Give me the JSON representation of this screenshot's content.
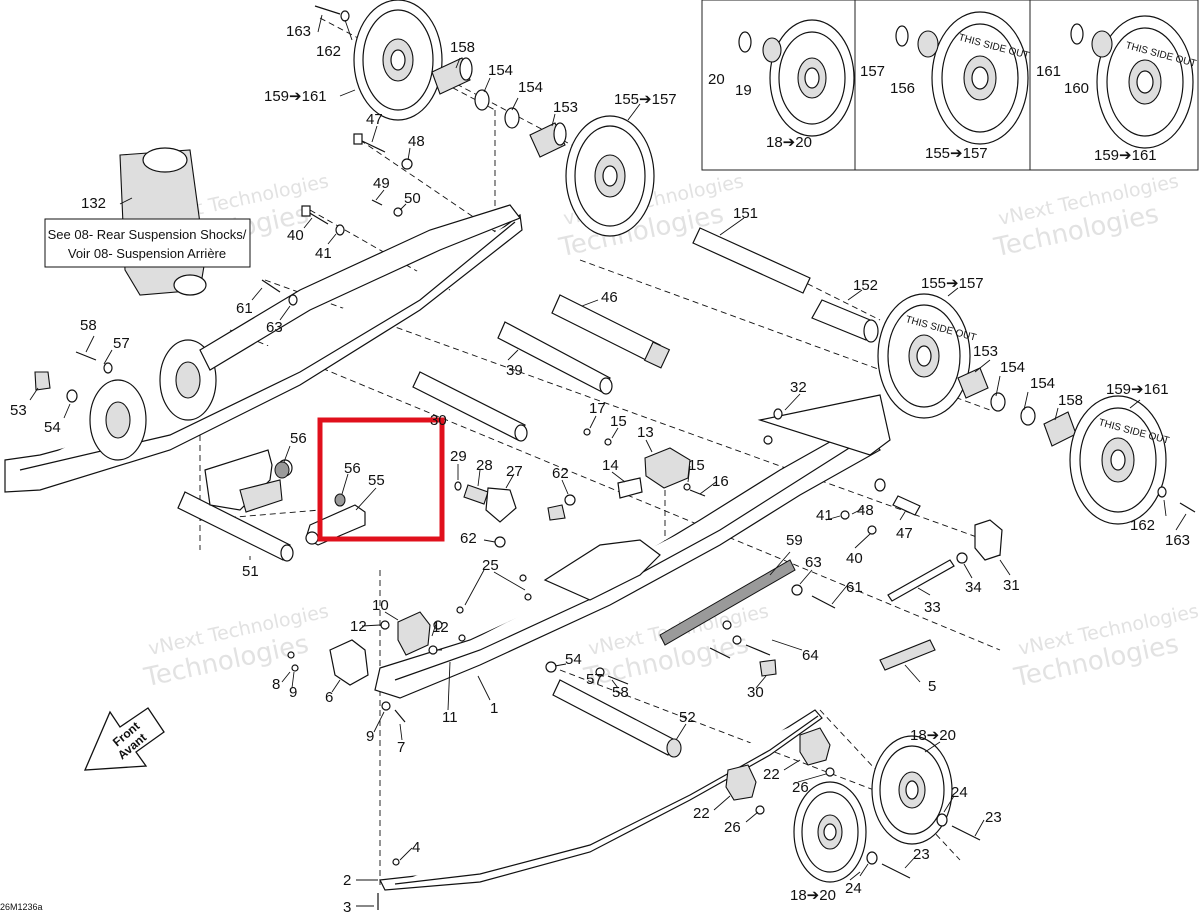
{
  "drawing_code": "26M1236a",
  "reference_note": {
    "line1": "See 08- Rear Suspension Shocks/",
    "line2": "Voir 08- Suspension Arrière"
  },
  "front_arrow": {
    "line1": "Front",
    "line2": "Avant"
  },
  "watermark": {
    "line1": "vNext Technologies",
    "line2": "Technologies"
  },
  "wheel_marking": "THIS SIDE OUT",
  "highlight": {
    "color": "#e0101c",
    "labels": [
      "56",
      "55"
    ]
  },
  "callouts": [
    "163",
    "162",
    "159➔161",
    "158",
    "154",
    "154",
    "153",
    "155➔157",
    "47",
    "48",
    "132",
    "49",
    "50",
    "40",
    "41",
    "151",
    "152",
    "155➔157",
    "61",
    "63",
    "46",
    "39",
    "58",
    "57",
    "53",
    "54",
    "32",
    "153",
    "154",
    "154",
    "158",
    "159➔161",
    "56",
    "56",
    "55",
    "30",
    "29",
    "28",
    "27",
    "17",
    "15",
    "13",
    "14",
    "15",
    "16",
    "62",
    "62",
    "51",
    "25",
    "48",
    "47",
    "41",
    "40",
    "59",
    "63",
    "61",
    "34",
    "33",
    "31",
    "162",
    "163",
    "10",
    "12",
    "12",
    "8",
    "9",
    "6",
    "54",
    "57",
    "58",
    "11",
    "1",
    "64",
    "30",
    "5",
    "9",
    "7",
    "52",
    "18➔20",
    "22",
    "26",
    "22",
    "26",
    "24",
    "23",
    "4",
    "2",
    "3",
    "18➔20",
    "24",
    "23",
    "20",
    "19",
    "18➔20",
    "157",
    "156",
    "155➔157",
    "161",
    "160",
    "159➔161"
  ]
}
